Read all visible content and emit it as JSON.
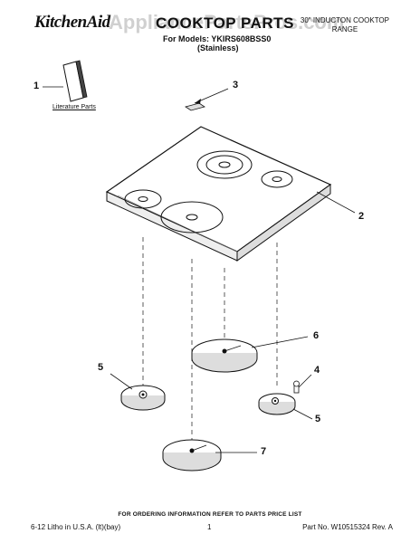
{
  "header": {
    "brand": "KitchenAid",
    "watermark": "AppliancePartsPros.com",
    "title": "COOKTOP PARTS",
    "models_line": "For Models: YKIRS608BSS0",
    "finish": "(Stainless)",
    "range_type_line1": "30\" INDUCTON COOKTOP",
    "range_type_line2": "RANGE"
  },
  "literature_label": "Literature Parts",
  "callouts": [
    "1",
    "2",
    "3",
    "4",
    "5",
    "5",
    "6",
    "7"
  ],
  "footer": {
    "order_note": "FOR ORDERING INFORMATION REFER TO PARTS PRICE LIST",
    "print_info": "6-12 Litho in U.S.A. (lt)(bay)",
    "page": "1",
    "part_no": "Part No. W10515324 Rev. A"
  }
}
